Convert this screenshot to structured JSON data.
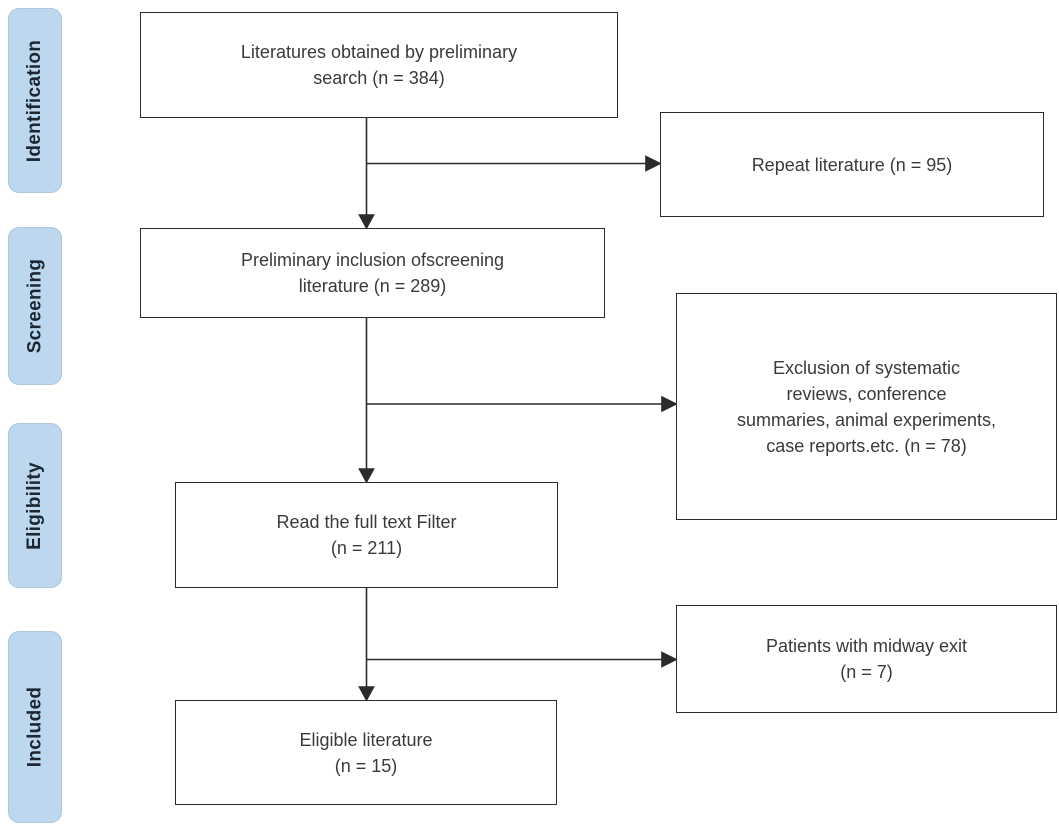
{
  "diagram": {
    "stages": [
      {
        "label": "Identification"
      },
      {
        "label": "Screening"
      },
      {
        "label": "Eligibility"
      },
      {
        "label": "Included"
      }
    ],
    "boxes": {
      "initial": {
        "lines": [
          "Literatures obtained by preliminary",
          "search (n = 384)"
        ]
      },
      "repeat": {
        "lines": [
          "Repeat literature (n = 95)"
        ]
      },
      "screened": {
        "lines": [
          "Preliminary inclusion ofscreening",
          "literature (n = 289)"
        ]
      },
      "excluded": {
        "lines": [
          "Exclusion of systematic",
          "reviews, conference",
          "summaries, animal experiments,",
          "case reports.etc. (n = 78)"
        ]
      },
      "fulltext": {
        "lines": [
          "Read the full text Filter",
          "(n = 211)"
        ]
      },
      "midway": {
        "lines": [
          "Patients with midway exit",
          "(n = 7)"
        ]
      },
      "eligible": {
        "lines": [
          "Eligible literature",
          "(n = 15)"
        ]
      }
    },
    "counts": {
      "preliminary_search": 384,
      "repeat_literature": 95,
      "preliminary_inclusion": 289,
      "excluded": 78,
      "full_text": 211,
      "midway_exit": 7,
      "eligible": 15
    },
    "colors": {
      "stage_fill": "#BDD7EE",
      "stage_text": "#1C2733",
      "box_border": "#2B2B2B",
      "box_text": "#3A3A3A",
      "line": "#2B2B2B",
      "background": "#FFFFFF"
    }
  }
}
